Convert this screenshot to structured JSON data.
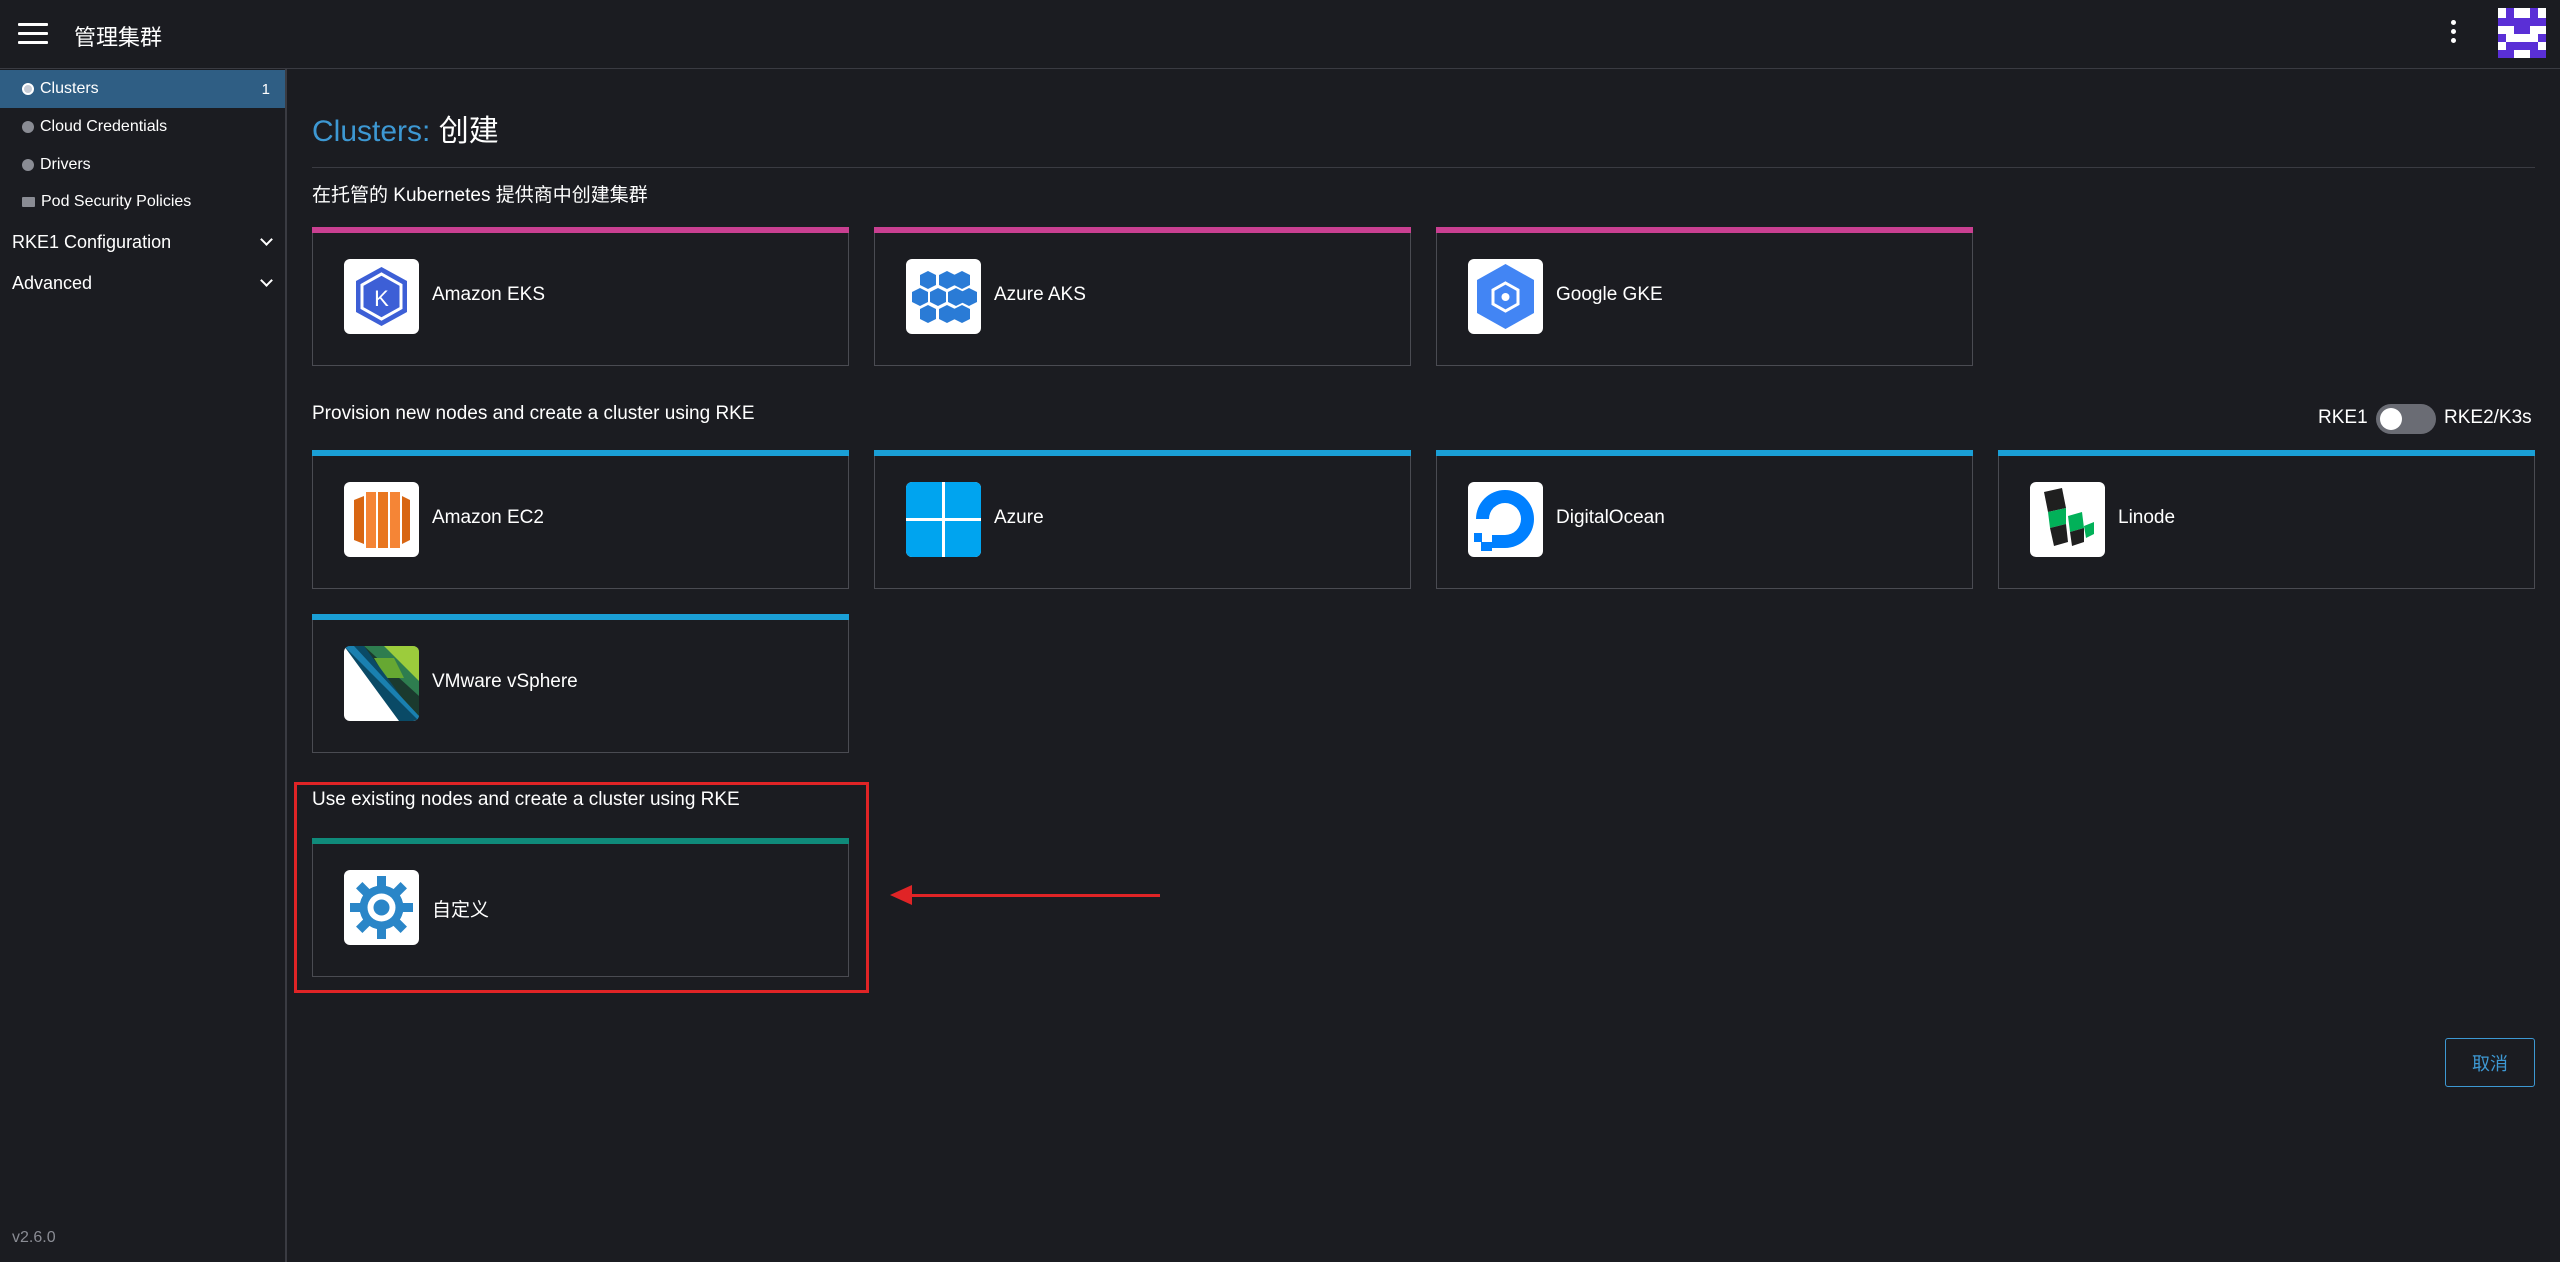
{
  "header": {
    "title": "管理集群"
  },
  "sidebar": {
    "items": [
      {
        "label": "Clusters",
        "count": "1"
      },
      {
        "label": "Cloud Credentials"
      },
      {
        "label": "Drivers"
      },
      {
        "label": "Pod Security Policies"
      }
    ],
    "groups": [
      {
        "label": "RKE1 Configuration"
      },
      {
        "label": "Advanced"
      }
    ],
    "version": "v2.6.0"
  },
  "main": {
    "title_prefix": "Clusters:",
    "title_action": "创建",
    "hosted_section": {
      "title": "在托管的 Kubernetes 提供商中创建集群",
      "cards": [
        {
          "label": "Amazon EKS",
          "icon": "kubernetes-eks-icon"
        },
        {
          "label": "Azure AKS",
          "icon": "azure-aks-icon"
        },
        {
          "label": "Google GKE",
          "icon": "google-gke-icon"
        }
      ]
    },
    "provision_section": {
      "title": "Provision new nodes and create a cluster using RKE",
      "toggle_left": "RKE1",
      "toggle_right": "RKE2/K3s",
      "cards": [
        {
          "label": "Amazon EC2",
          "icon": "amazon-ec2-icon"
        },
        {
          "label": "Azure",
          "icon": "azure-windows-icon"
        },
        {
          "label": "DigitalOcean",
          "icon": "digitalocean-icon"
        },
        {
          "label": "Linode",
          "icon": "linode-icon"
        },
        {
          "label": "VMware vSphere",
          "icon": "vmware-vsphere-icon"
        }
      ]
    },
    "existing_section": {
      "title": "Use existing nodes and create a cluster using RKE",
      "cards": [
        {
          "label": "自定义",
          "icon": "custom-gear-icon"
        }
      ]
    },
    "cancel_label": "取消"
  },
  "colors": {
    "accent": "#3d98d3",
    "hosted_bar": "#c93f91",
    "provision_bar": "#1a9fd6",
    "existing_bar": "#0f8a7a",
    "highlight": "#e02426"
  }
}
